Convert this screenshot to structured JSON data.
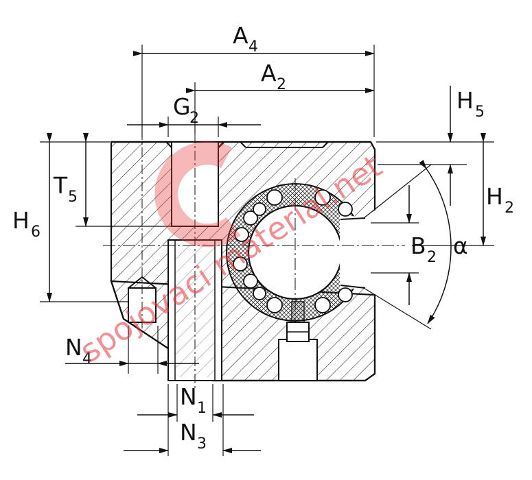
{
  "labels": {
    "a4": {
      "main": "A",
      "sub": "4"
    },
    "a2": {
      "main": "A",
      "sub": "2"
    },
    "g2": {
      "main": "G",
      "sub": "2"
    },
    "h5": {
      "main": "H",
      "sub": "5"
    },
    "h2": {
      "main": "H",
      "sub": "2"
    },
    "h6": {
      "main": "H",
      "sub": "6"
    },
    "t5": {
      "main": "T",
      "sub": "5"
    },
    "b2": {
      "main": "B",
      "sub": "2"
    },
    "alpha": "α",
    "n4": {
      "main": "N",
      "sub": "4"
    },
    "n1": {
      "main": "N",
      "sub": "1"
    },
    "n3": {
      "main": "N",
      "sub": "3"
    }
  },
  "watermark": {
    "text": "spojovaci material.net",
    "color": "#e7353a"
  }
}
